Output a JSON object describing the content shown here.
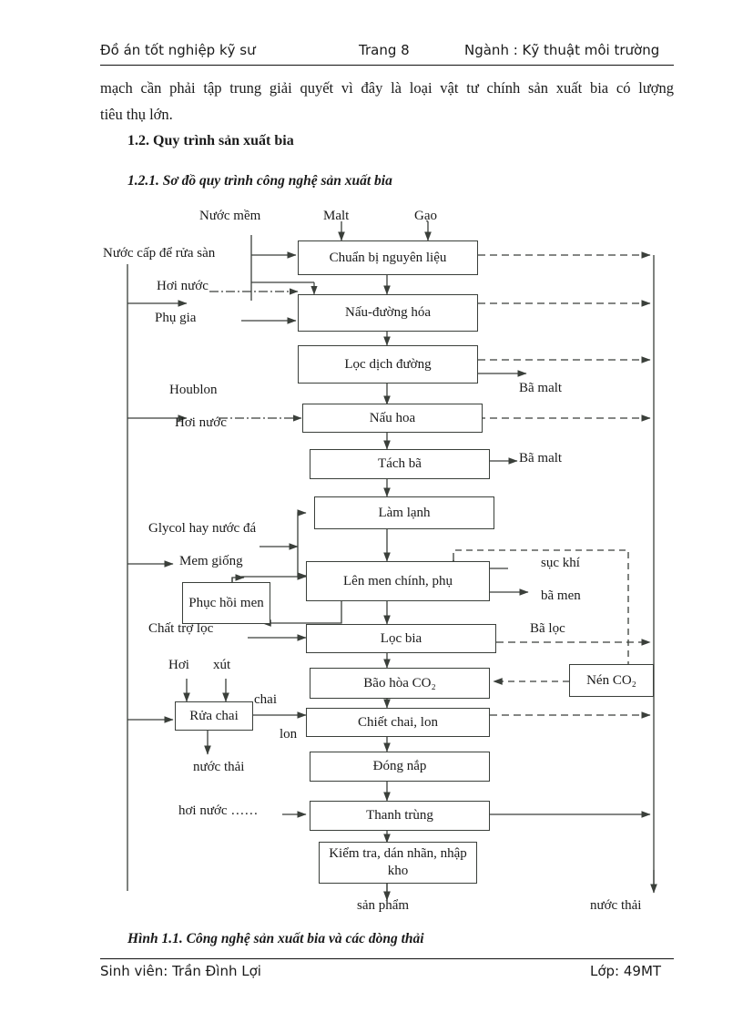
{
  "header": {
    "left": "Đồ án tốt nghiệp kỹ sư",
    "middle": "Trang 8",
    "right": "Ngành : Kỹ thuật môi trường"
  },
  "body": {
    "paragraph_line1": "mạch cần phải tập trung giải quyết vì đây là loại vật tư chính sản xuất bia có lượng",
    "paragraph_line2": "tiêu thụ lớn.",
    "heading_1_2": "1.2. Quy trình sản xuất bia",
    "heading_1_2_1": "1.2.1. Sơ đồ quy trình công nghệ sản xuất bia"
  },
  "figure": {
    "caption": "Hình 1.1. Công nghệ sản xuất bia và các dòng thải",
    "process_boxes": [
      {
        "id": "chuan-bi",
        "label": "Chuẩn bị nguyên liệu"
      },
      {
        "id": "nau-duong-hoa",
        "label": "Nấu-đường hóa"
      },
      {
        "id": "loc-dich-duong",
        "label": "Lọc dịch đường"
      },
      {
        "id": "nau-hoa",
        "label": "Nấu hoa"
      },
      {
        "id": "tach-ba",
        "label": "Tách bã"
      },
      {
        "id": "lam-lanh",
        "label": "Làm lạnh"
      },
      {
        "id": "len-men",
        "label": "Lên men chính, phụ"
      },
      {
        "id": "phuc-hoi-men",
        "label": "Phục hồi men"
      },
      {
        "id": "loc-bia",
        "label": "Lọc bia"
      },
      {
        "id": "bao-hoa-co2",
        "label": "Bão hòa CO₂"
      },
      {
        "id": "rua-chai",
        "label": "Rửa chai"
      },
      {
        "id": "chiet-chai",
        "label": "Chiết chai, lon"
      },
      {
        "id": "dong-nap",
        "label": "Đóng nắp"
      },
      {
        "id": "thanh-trung",
        "label": "Thanh trùng"
      },
      {
        "id": "kiem-tra",
        "label": "Kiểm tra, dán nhãn, nhập kho"
      },
      {
        "id": "nen-co2",
        "label": "Nén CO₂"
      }
    ],
    "input_labels": [
      {
        "id": "nuoc-mem",
        "label": "Nước mềm"
      },
      {
        "id": "malt",
        "label": "Malt"
      },
      {
        "id": "gao",
        "label": "Gạo"
      },
      {
        "id": "nuoc-cap",
        "label": "Nước cấp để rửa sàn"
      },
      {
        "id": "hoi-nuoc-1",
        "label": "Hơi nước"
      },
      {
        "id": "phu-gia",
        "label": "Phụ gia"
      },
      {
        "id": "houblon",
        "label": "Houblon"
      },
      {
        "id": "hoi-nuoc-2",
        "label": "Hơi nước"
      },
      {
        "id": "glycol",
        "label": "Glycol hay nước đá"
      },
      {
        "id": "mem-giong",
        "label": "Mem giống"
      },
      {
        "id": "chat-tro-loc",
        "label": "Chất trợ lọc"
      },
      {
        "id": "hoi",
        "label": "Hơi"
      },
      {
        "id": "xut",
        "label": "xút"
      },
      {
        "id": "hoi-nuoc-3",
        "label": "hơi nước ……"
      }
    ],
    "output_labels": [
      {
        "id": "ba-malt-1",
        "label": "Bã malt"
      },
      {
        "id": "ba-malt-2",
        "label": "Bã malt"
      },
      {
        "id": "suc-khi",
        "label": "sục khí"
      },
      {
        "id": "ba-men",
        "label": "bã men"
      },
      {
        "id": "ba-loc",
        "label": "Bã lọc"
      },
      {
        "id": "chai",
        "label": "chai"
      },
      {
        "id": "lon",
        "label": "lon"
      },
      {
        "id": "nuoc-thai-1",
        "label": "nước thải"
      },
      {
        "id": "nuoc-thai-2",
        "label": "nước thải"
      },
      {
        "id": "san-pham",
        "label": "sản phẩm"
      }
    ]
  },
  "footer": {
    "student": "Sinh viên: Trần Đình Lợi",
    "class": "Lớp: 49MT"
  }
}
